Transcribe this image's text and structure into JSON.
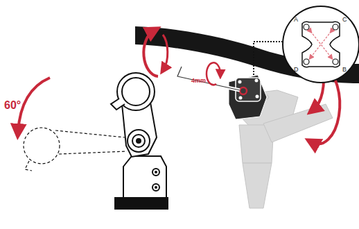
{
  "diagram": {
    "labels": [
      "60°",
      "4mm",
      "A",
      "C",
      "D",
      "B"
    ]
  }
}
